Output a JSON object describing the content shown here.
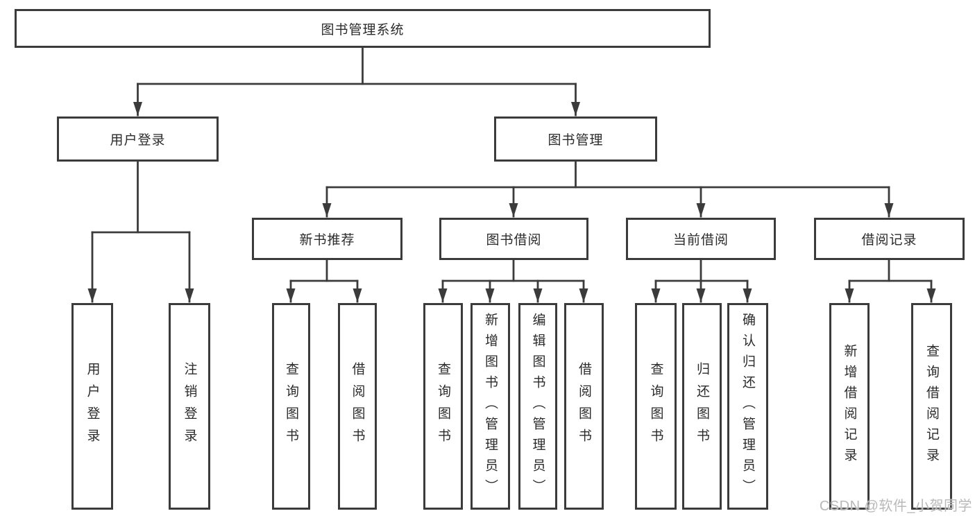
{
  "diagram": {
    "title": "图书管理系统",
    "watermark": "CSDN @软件_小贺同学",
    "colors": {
      "line": "#3b3b3b",
      "text": "#2b2b2b",
      "background": "#ffffff",
      "watermark": "#b9b9b9"
    },
    "nodes": {
      "root": "图书管理系统",
      "user_login": "用户登录",
      "book_management": "图书管理",
      "new_book_recommend": "新书推荐",
      "book_borrow": "图书借阅",
      "current_borrow": "当前借阅",
      "borrow_records": "借阅记录",
      "leaf_user_login": "用户登录",
      "leaf_logout": "注销登录",
      "leaf_query_books_1": "查询图书",
      "leaf_borrow_books_1": "借阅图书",
      "leaf_query_books_2": "查询图书",
      "leaf_add_books_admin": "新增图书（管理员）",
      "leaf_edit_books_admin": "编辑图书（管理员）",
      "leaf_borrow_books_2": "借阅图书",
      "leaf_query_books_3": "查询图书",
      "leaf_return_books": "归还图书",
      "leaf_confirm_return": "确认归还（管理员）",
      "leaf_add_record": "新增借阅记录",
      "leaf_query_record": "查询借阅记录"
    },
    "edges": [
      [
        "root",
        "user_login"
      ],
      [
        "root",
        "book_management"
      ],
      [
        "user_login",
        "leaf_user_login"
      ],
      [
        "user_login",
        "leaf_logout"
      ],
      [
        "book_management",
        "new_book_recommend"
      ],
      [
        "book_management",
        "book_borrow"
      ],
      [
        "book_management",
        "current_borrow"
      ],
      [
        "book_management",
        "borrow_records"
      ],
      [
        "new_book_recommend",
        "leaf_query_books_1"
      ],
      [
        "new_book_recommend",
        "leaf_borrow_books_1"
      ],
      [
        "book_borrow",
        "leaf_query_books_2"
      ],
      [
        "book_borrow",
        "leaf_add_books_admin"
      ],
      [
        "book_borrow",
        "leaf_edit_books_admin"
      ],
      [
        "book_borrow",
        "leaf_borrow_books_2"
      ],
      [
        "current_borrow",
        "leaf_query_books_3"
      ],
      [
        "current_borrow",
        "leaf_return_books"
      ],
      [
        "current_borrow",
        "leaf_confirm_return"
      ],
      [
        "borrow_records",
        "leaf_add_record"
      ],
      [
        "borrow_records",
        "leaf_query_record"
      ]
    ]
  }
}
